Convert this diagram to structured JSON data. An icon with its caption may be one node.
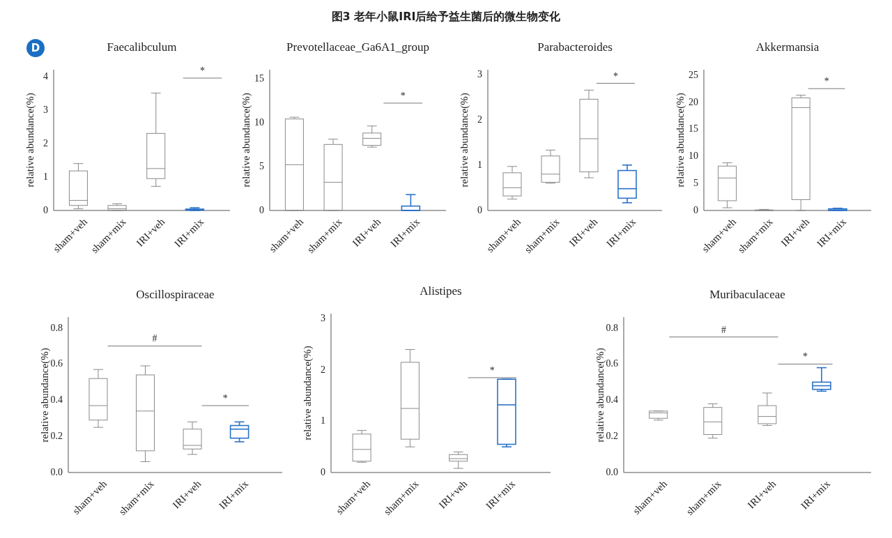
{
  "diagram": {
    "title": "图3 老年小鼠IRI后给予益生菌后的微生物变化",
    "labels": [
      "D",
      "Faecalibculum",
      "relative abundance(%)",
      "4",
      "3",
      "2",
      "1",
      "0",
      "*",
      "sham+veh",
      "sham+mix",
      "IRI+veh",
      "IRI+mix",
      "Prevotellaceae_Ga6A1_group",
      "relative abundance(%)",
      "15",
      "10",
      "5",
      "0",
      "*",
      "sham+veh",
      "sham+mix",
      "IRI+veh",
      "IRI+mix",
      "Parabacteroides",
      "relative abundance(%)",
      "3",
      "2",
      "1",
      "0",
      "*",
      "sham+veh",
      "sham+mix",
      "IRI+veh",
      "IRI+mix",
      "Akkermansia",
      "relative abundance(%)",
      "25",
      "20",
      "15",
      "10",
      "5",
      "0",
      "*",
      "sham+veh",
      "sham+mix",
      "IRI+veh",
      "IRI+mix",
      "Oscillospiraceae",
      "relative abundance(%)",
      "0.8",
      "0.6",
      "0.4",
      "0.2",
      "0.0",
      "#",
      "*",
      "sham+veh",
      "sham+mix",
      "IRI+veh",
      "IRI+mix",
      "Alistipes",
      "relative abundance(%)",
      "3",
      "2",
      "1",
      "0",
      "*",
      "sham+veh",
      "sham+mix",
      "IRI+veh",
      "IRI+mix",
      "Muribaculaceae",
      "relative abundance(%)",
      "0.8",
      "0.6",
      "0.4",
      "0.2",
      "0.0",
      "#",
      "*",
      "sham+veh",
      "sham+mix",
      "IRI+veh",
      "IRI+mix"
    ]
  }
}
